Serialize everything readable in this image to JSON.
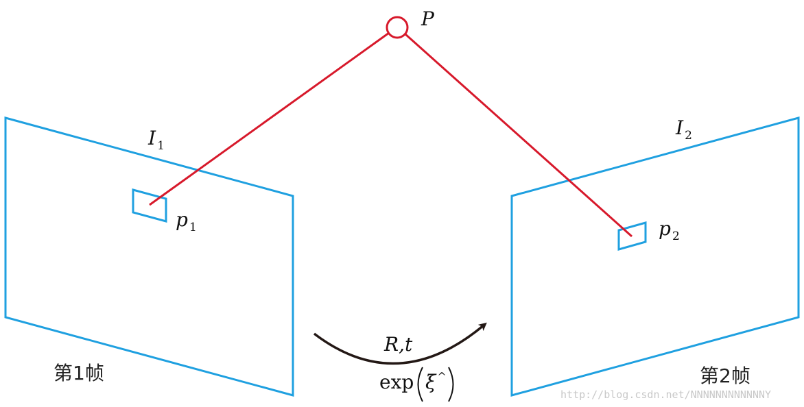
{
  "colors": {
    "frame": "#1fa0e0",
    "ray": "#d7192b",
    "arrow": "#231815",
    "text": "#111111",
    "watermark": "#c8c8c8"
  },
  "labels": {
    "point": "P",
    "image1": "I",
    "image1_sub": "1",
    "image2": "I",
    "image2_sub": "2",
    "pixel1": "p",
    "pixel1_sub": "1",
    "pixel2": "p",
    "pixel2_sub": "2",
    "motion": "R,t",
    "exp_fn": "exp",
    "exp_arg": "ξ",
    "exp_sup": "^",
    "frame1": "第1帧",
    "frame2": "第2帧"
  },
  "watermark": "http://blog.csdn.net/NNNNNNNNNNNNY"
}
